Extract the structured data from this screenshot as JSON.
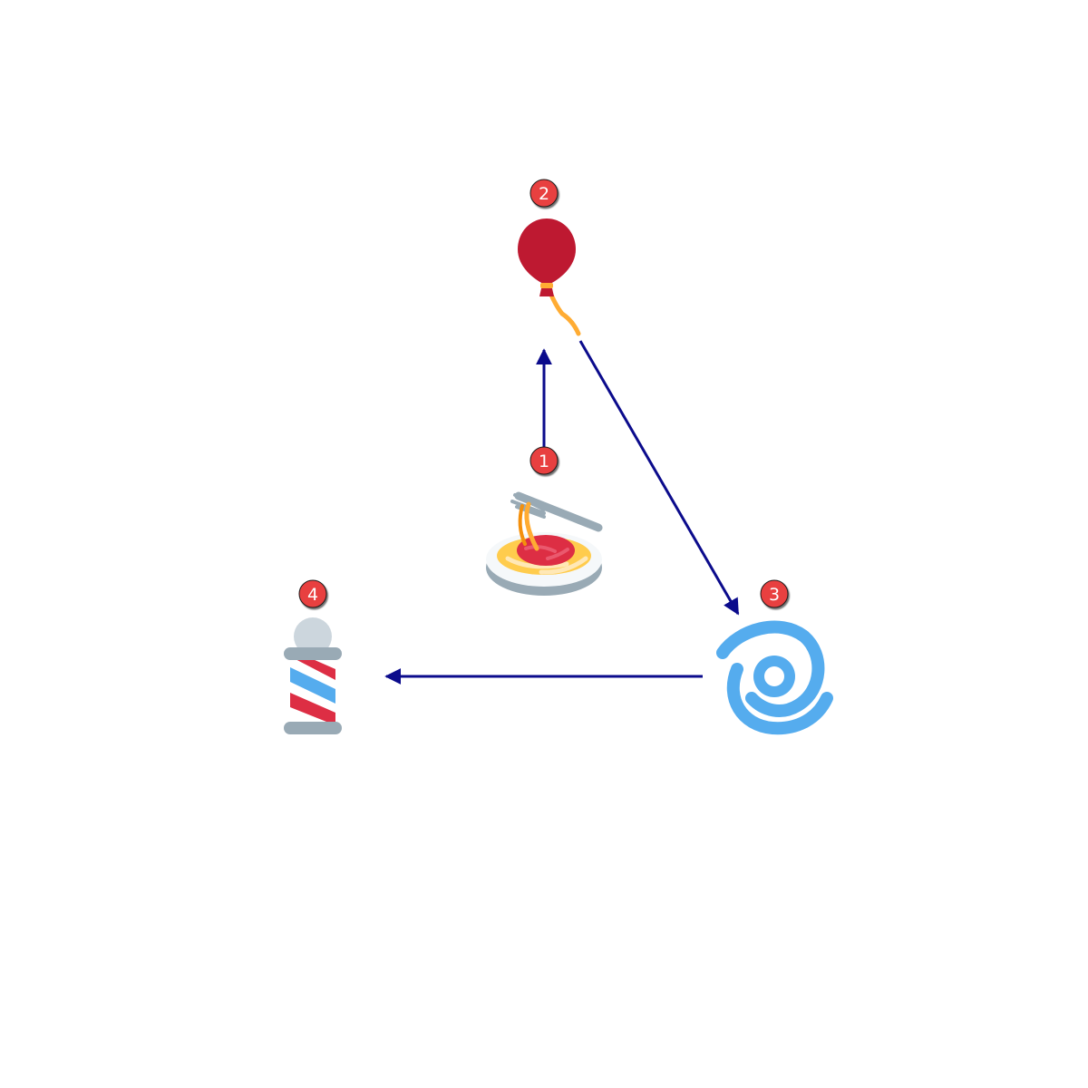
{
  "diagram": {
    "accent_color": "#0b0b8c",
    "badge_color": "#e8403f",
    "nodes": [
      {
        "id": "1",
        "icon": "spaghetti-icon",
        "label": "1"
      },
      {
        "id": "2",
        "icon": "balloon-icon",
        "label": "2"
      },
      {
        "id": "3",
        "icon": "cyclone-icon",
        "label": "3"
      },
      {
        "id": "4",
        "icon": "barber-pole-icon",
        "label": "4"
      }
    ],
    "edges": [
      {
        "from": "1",
        "to": "2"
      },
      {
        "from": "2",
        "to": "3"
      },
      {
        "from": "3",
        "to": "4"
      }
    ]
  }
}
